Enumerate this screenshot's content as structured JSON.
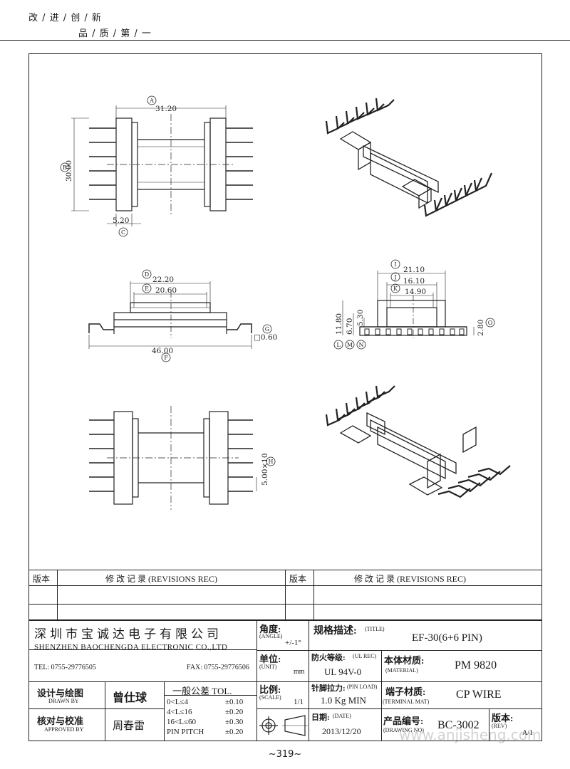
{
  "header": {
    "slogan_line1": "改 / 进 / 创 / 新",
    "slogan_line2": "品 / 质 / 第 / 一"
  },
  "drawings": {
    "top_view": {
      "dim_A": "31.20",
      "label_A": "A",
      "dim_B": "30.00",
      "label_B": "B",
      "dim_C": "5.20",
      "label_C": "C"
    },
    "front_view": {
      "dim_D": "22.20",
      "label_D": "D",
      "dim_E": "20.60",
      "label_E": "E",
      "dim_F": "46.00",
      "label_F": "F",
      "dim_G": "□0.60",
      "label_G": "G"
    },
    "side_view": {
      "dim_I": "21.10",
      "label_I": "I",
      "dim_J": "16.10",
      "label_J": "J",
      "dim_K": "14.90",
      "label_K": "K",
      "dim_L": "11.80",
      "dim_M": "6.70",
      "dim_N": "5.30",
      "dim_O": "2.80",
      "label_O": "O",
      "label_L": "L",
      "label_M": "M",
      "label_N": "N"
    },
    "bottom_view": {
      "dim_H": "5.00×10",
      "label_H": "H"
    }
  },
  "revisions": {
    "col1": "版本",
    "col2": "修 改 记 录 (REVISIONS REC)",
    "col3": "版本",
    "col4": "修 改 记 录 (REVISIONS REC)"
  },
  "title_block": {
    "company_cn": "深圳市宝诚达电子有限公司",
    "company_en": "SHENZHEN BAOCHENGDA ELECTRONIC CO.,LTD",
    "tel": "TEL: 0755-29776505",
    "fax": "FAX: 0755-29776506",
    "angle_label": "角度:",
    "angle_en": "(ANGLE)",
    "angle_value": "+/-1°",
    "unit_label": "单位:",
    "unit_en": "(UNIT)",
    "unit_value": "mm",
    "scale_label": "比例:",
    "scale_en": "(SCALE)",
    "scale_value": "1/1",
    "title_label": "规格描述:",
    "title_en": "(TITLE)",
    "title_value": "EF-30(6+6 PIN)",
    "fire_label": "防火等级:",
    "fire_en": "(UL REC)",
    "fire_value": "UL 94V-0",
    "material_label": "本体材质:",
    "material_en": "(MATERIAL)",
    "material_value": "PM 9820",
    "pin_label": "针脚拉力:",
    "pin_en": "(PIN LOAD)",
    "pin_value": "1.0 Kg MIN",
    "terminal_label": "端子材质:",
    "terminal_en": "(TERMINAL MAT)",
    "terminal_value": "CP WIRE",
    "date_label": "日期:",
    "date_en": "(DATE)",
    "date_value": "2013/12/20",
    "drawing_label": "产品编号:",
    "drawing_en": "(DRAWING NO)",
    "drawing_value": "BC-3002",
    "rev_label": "版本:",
    "rev_en": "(REV)",
    "rev_value": "A/1",
    "drawn_label": "设计与绘图",
    "drawn_en": "DRAWN BY",
    "drawn_value": "曾仕球",
    "approved_label": "核对与校准",
    "approved_en": "APPROVED BY",
    "approved_value": "周春雷",
    "tol_title": "一般公差 TOL.",
    "tol_rows": [
      {
        "range": "0<L≤4",
        "value": "±0.10"
      },
      {
        "range": "4<L≤16",
        "value": "±0.20"
      },
      {
        "range": "16<L≤60",
        "value": "±0.30"
      },
      {
        "range": "PIN PITCH",
        "value": "±0.20"
      }
    ]
  },
  "footer": {
    "page_number": "~319~",
    "watermark": "www.anjisheng.com"
  }
}
